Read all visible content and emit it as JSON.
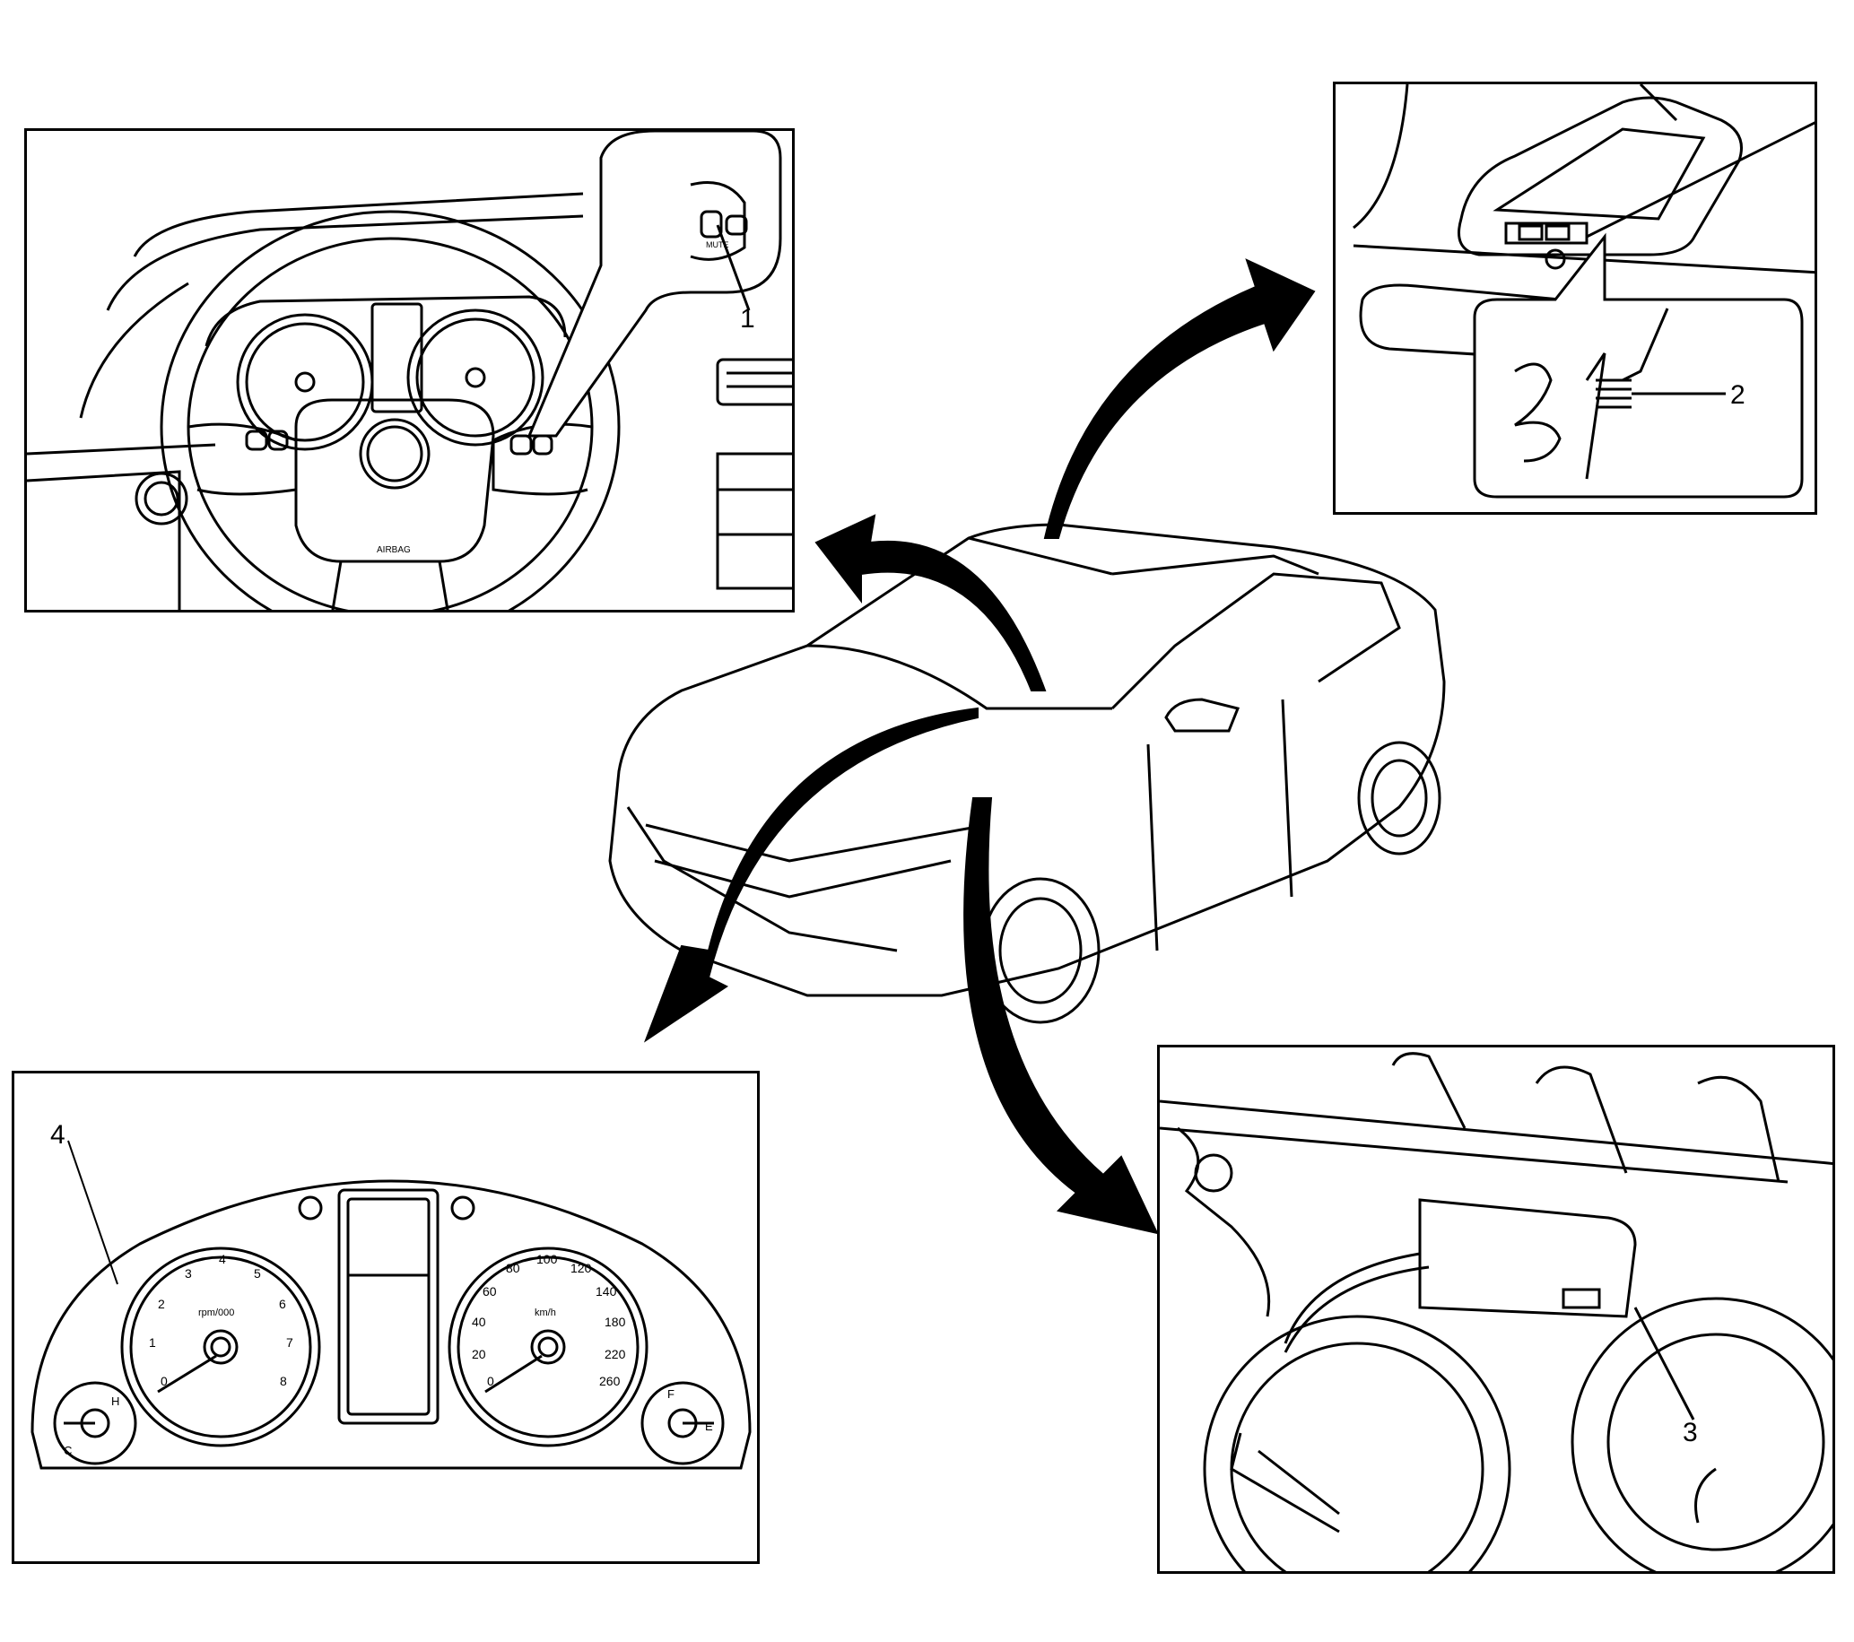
{
  "callouts": [
    {
      "id": "1",
      "label": "1"
    },
    {
      "id": "2",
      "label": "2"
    },
    {
      "id": "3",
      "label": "3"
    },
    {
      "id": "4",
      "label": "4"
    }
  ],
  "steering_panel": {
    "switch_label": "MUTE",
    "airbag_label": "AIRBAG"
  },
  "cluster_panel": {
    "tach_unit": "rpm/000",
    "tach_ticks": [
      "0",
      "1",
      "2",
      "3",
      "4",
      "5",
      "6",
      "7",
      "8"
    ],
    "speed_unit": "km/h",
    "speed_ticks": [
      "0",
      "20",
      "40",
      "60",
      "80",
      "100",
      "120",
      "140",
      "180",
      "220",
      "260"
    ],
    "temp_low": "C",
    "temp_high": "H",
    "fuel_full": "F",
    "fuel_empty": "E"
  },
  "colors": {
    "ink": "#000000",
    "paper": "#ffffff"
  }
}
